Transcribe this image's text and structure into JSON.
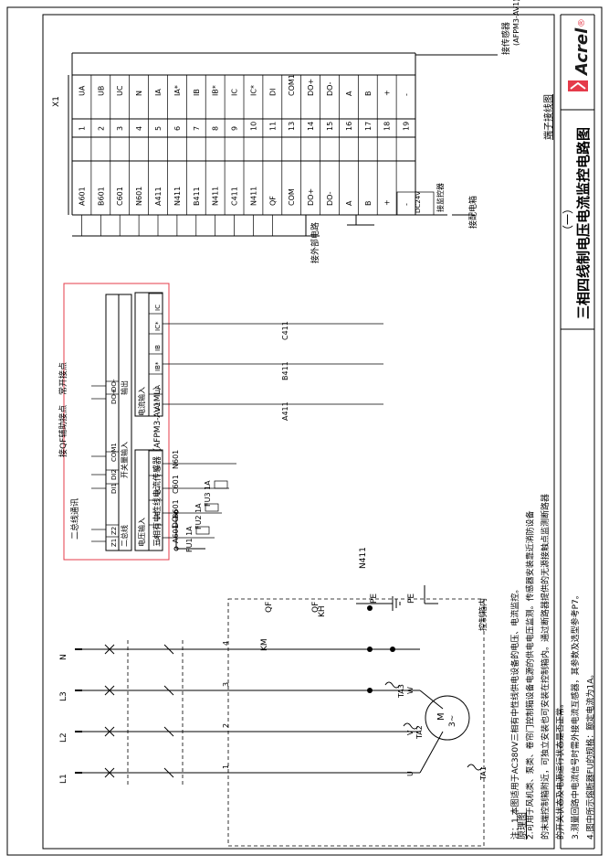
{
  "title": {
    "main": "三相四线制电压电流监控电路图",
    "sub": "（一）",
    "terminal_diagram": "端子接线图"
  },
  "brand": {
    "name": "Acrel",
    "reg": "®"
  },
  "notes": [
    "注：1.本图适用于AC380V三相有中性线供电设备的电压、电流监控。",
    "2.可用于风机类、泵类、卷帘门控制箱设备电源的供电电压监测。传感器安装靠近消防设备",
    "的末端控制箱附近，可独立安装也可安装在控制箱内。通过断路器提供的无源接触点监测断路器",
    "的开关状态及电源运行状态是否正常。",
    "3.测量回路中电流信号时需外接电流互感器，其参数及选型参考P7。",
    "4.图中所示熔断器FU的规格：额定电流为1A。"
  ],
  "terminal_table": {
    "block": "X1",
    "sensor_label": "接传感器",
    "sensor_model": "(AFPM3-AV1)",
    "ext_circuit": "接外部电路",
    "monitor": "接监控器",
    "dist_box": "接配电箱",
    "dc_label": "DC24V",
    "rows": [
      {
        "left": "A601",
        "num": "1",
        "right": "UA"
      },
      {
        "left": "B601",
        "num": "2",
        "right": "UB"
      },
      {
        "left": "C601",
        "num": "3",
        "right": "UC"
      },
      {
        "left": "N601",
        "num": "4",
        "right": "N"
      },
      {
        "left": "A411",
        "num": "5",
        "right": "IA"
      },
      {
        "left": "N411",
        "num": "6",
        "right": "IA*"
      },
      {
        "left": "B411",
        "num": "7",
        "right": "IB"
      },
      {
        "left": "N411",
        "num": "8",
        "right": "IB*"
      },
      {
        "left": "C411",
        "num": "9",
        "right": "IC"
      },
      {
        "left": "N411",
        "num": "10",
        "right": "IC*"
      },
      {
        "left": "QF",
        "num": "11",
        "right": "DI"
      },
      {
        "left": "COM",
        "num": "13",
        "right": "COM1"
      },
      {
        "left": "DO+",
        "num": "14",
        "right": "DO+"
      },
      {
        "left": "DO-",
        "num": "15",
        "right": "DO-"
      },
      {
        "left": "A",
        "num": "16",
        "right": "A"
      },
      {
        "left": "B",
        "num": "17",
        "right": "B"
      },
      {
        "left": "+",
        "num": "18",
        "right": "+"
      },
      {
        "left": "-",
        "num": "19",
        "right": "-"
      }
    ]
  },
  "sensor": {
    "name": "三相有中性线电流传感器（AFPM3-AV1ML）",
    "bus_label": "二总线通讯",
    "aux_label": "接QF辅助接点",
    "no_label": "常开接点",
    "bus_header": "二总线",
    "di_header": "开关量输入",
    "out_header": "输出",
    "volt_header": "电压输入",
    "curr_header": "电流输入",
    "top_pins": [
      "Z1",
      "Z2",
      "DI1",
      "DI2",
      "COM1",
      "DO+",
      "DO-"
    ],
    "volt_pins": [
      "UA",
      "UB",
      "UC",
      "N"
    ],
    "curr_pins": [
      "IA*",
      "IA",
      "IB*",
      "IB",
      "IC*",
      "IC"
    ],
    "volt_wires": [
      "A601",
      "B601",
      "C601",
      "N601"
    ]
  },
  "circuit": {
    "phases": [
      "L1",
      "L2",
      "L3",
      "N"
    ],
    "fuses": [
      "FU1 1A",
      "FU2 1A",
      "FU3 1A"
    ],
    "phase_nums": [
      "1",
      "2",
      "3",
      "4"
    ],
    "do_label": "DO",
    "qf": "QF",
    "km": "KM",
    "kh": "KH",
    "ta": [
      "TA1",
      "TA2",
      "TA3"
    ],
    "pe": "PE",
    "motor_terms": [
      "U",
      "V",
      "W"
    ],
    "motor": "M",
    "motor_sub": "3~",
    "box_label": "控制箱内",
    "principle": "原理图",
    "n411": "N411",
    "curr_wires": [
      "A411",
      "B411",
      "C411"
    ]
  }
}
